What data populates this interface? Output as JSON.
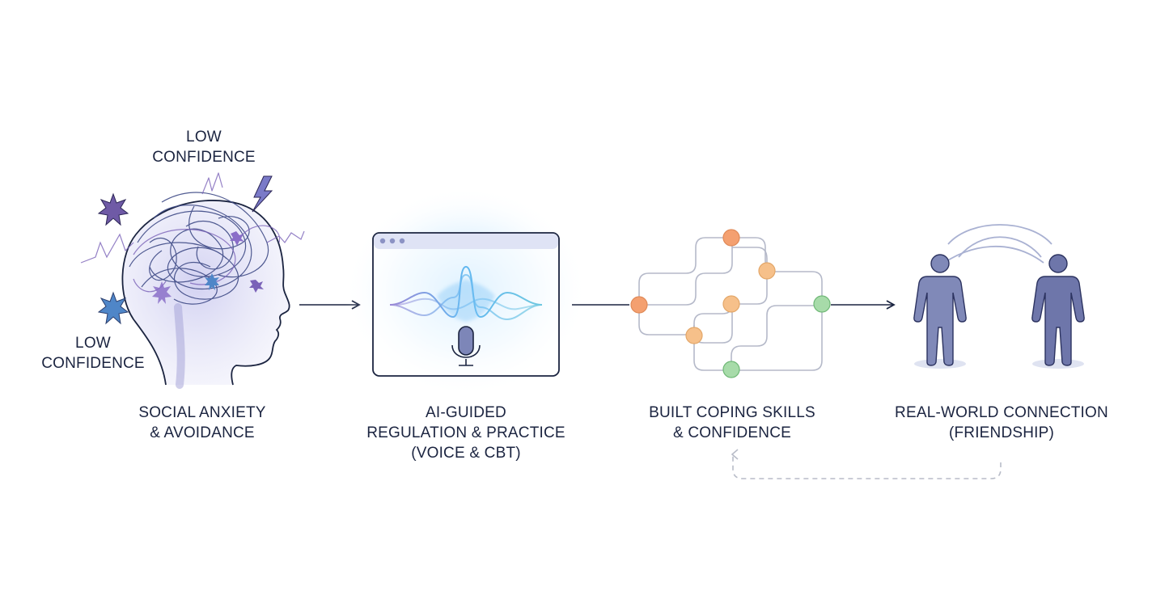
{
  "colors": {
    "ink": "#1b2440",
    "purple": "#7a62b8",
    "blue": "#5b86c8",
    "figure": "#6f78b0",
    "orange_node": "#f4a070",
    "peach_node": "#f6c08a",
    "green_node": "#8fcf95",
    "wave_glow": "#8fd0ff"
  },
  "icons": [
    "brain-head-icon",
    "speech-wave-window-icon",
    "microphone-icon",
    "node-network-icon",
    "two-people-icon"
  ],
  "labels": {
    "low_confidence_top": [
      "LOW",
      "CONFIDENCE"
    ],
    "low_confidence_left": [
      "LOW",
      "CONFIDENCE"
    ],
    "step1": [
      "SOCIAL ANXIETY",
      "& AVOIDANCE"
    ],
    "step2": [
      "AI-GUIDED",
      "REGULATION & PRACTICE",
      "(VOICE & CBT)"
    ],
    "step3": [
      "BUILT COPING SKILLS",
      "& CONFIDENCE"
    ],
    "step4": [
      "REAL-WORLD CONNECTION",
      "(FRIENDSHIP)"
    ]
  }
}
